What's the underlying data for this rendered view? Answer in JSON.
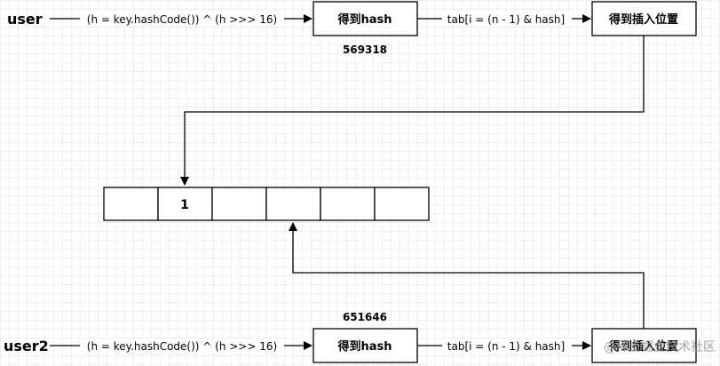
{
  "top_row": {
    "source": "user",
    "formula": "(h = key.hashCode()) ^ (h >>> 16)",
    "hash_box": "得到hash",
    "hash_value": "569318",
    "index_formula": "tab[i = (n - 1) & hash]",
    "position_box": "得到插入位置"
  },
  "bottom_row": {
    "source": "user2",
    "formula": "(h = key.hashCode()) ^ (h >>> 16)",
    "hash_box": "得到hash",
    "hash_value": "651646",
    "index_formula": "tab[i = (n - 1) & hash]",
    "position_box": "得到插入位置"
  },
  "table": {
    "cells": [
      "",
      "1",
      "",
      "",
      "",
      ""
    ]
  },
  "watermark": "@稀土掘金技术社区"
}
